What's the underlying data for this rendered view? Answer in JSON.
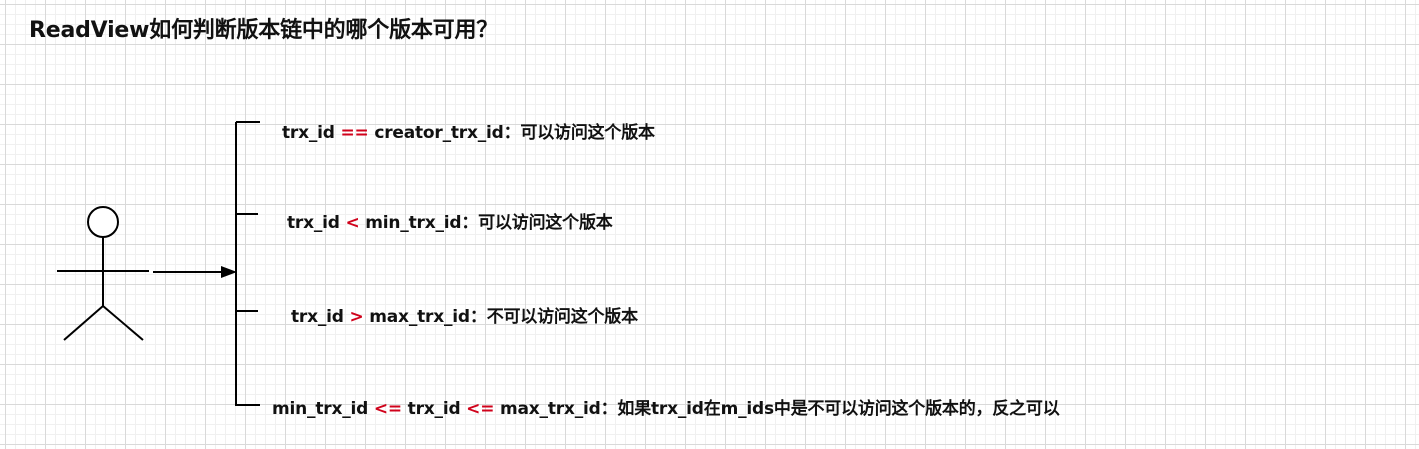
{
  "title": "ReadView如何判断版本链中的哪个版本可用？",
  "rules": [
    {
      "left": "trx_id",
      "op": "==",
      "right": "creator_trx_id：可以访问这个版本"
    },
    {
      "left": "trx_id",
      "op": "<",
      "right": "min_trx_id：可以访问这个版本"
    },
    {
      "left": "trx_id",
      "op": ">",
      "right": "max_trx_id：不可以访问这个版本"
    },
    {
      "left": "min_trx_id",
      "op": "<=",
      "mid": "trx_id",
      "op2": "<=",
      "right": "max_trx_id：如果trx_id在m_ids中是不可以访问这个版本的，反之可以"
    }
  ],
  "colors": {
    "operator": "#d0021b",
    "text": "#111111",
    "line": "#000000"
  },
  "icons": {
    "actor": "stick-figure-icon"
  }
}
